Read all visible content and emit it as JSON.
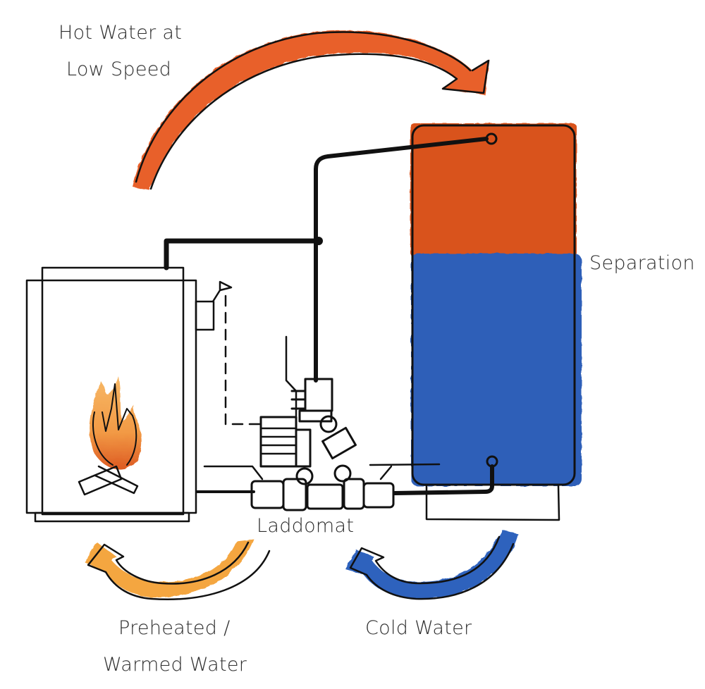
{
  "title": "Laddomat boiler loading circuit",
  "labels": {
    "hot_water_line1": "Hot Water at",
    "hot_water_line2": "Low Speed",
    "separation": "Separation",
    "laddomat": "Laddomat",
    "preheated_line1": "Preheated /",
    "preheated_line2": "Warmed Water",
    "cold_water": "Cold Water"
  },
  "colors": {
    "hot_arrow": "#e8602a",
    "hot_tank": "#d9531f",
    "cold_tank": "#2f5fb8",
    "cold_arrow": "#2e62bd",
    "warm_arrow": "#f4a640",
    "flame_outer": "#f5a44a",
    "flame_inner": "#e06a28",
    "ink": "#111111"
  },
  "components": [
    {
      "id": "boiler",
      "name": "Wood boiler with fire"
    },
    {
      "id": "laddomat",
      "name": "Laddomat loading unit"
    },
    {
      "id": "accumulator-tank",
      "name": "Accumulator tank",
      "layers": [
        "hot",
        "cold"
      ]
    }
  ],
  "flows": [
    {
      "id": "hot-flow",
      "from": "boiler",
      "to": "accumulator-tank",
      "label": "Hot Water at Low Speed"
    },
    {
      "id": "cold-flow",
      "from": "accumulator-tank",
      "to": "laddomat",
      "label": "Cold Water"
    },
    {
      "id": "warm-flow",
      "from": "laddomat",
      "to": "boiler",
      "label": "Preheated / Warmed Water"
    }
  ]
}
